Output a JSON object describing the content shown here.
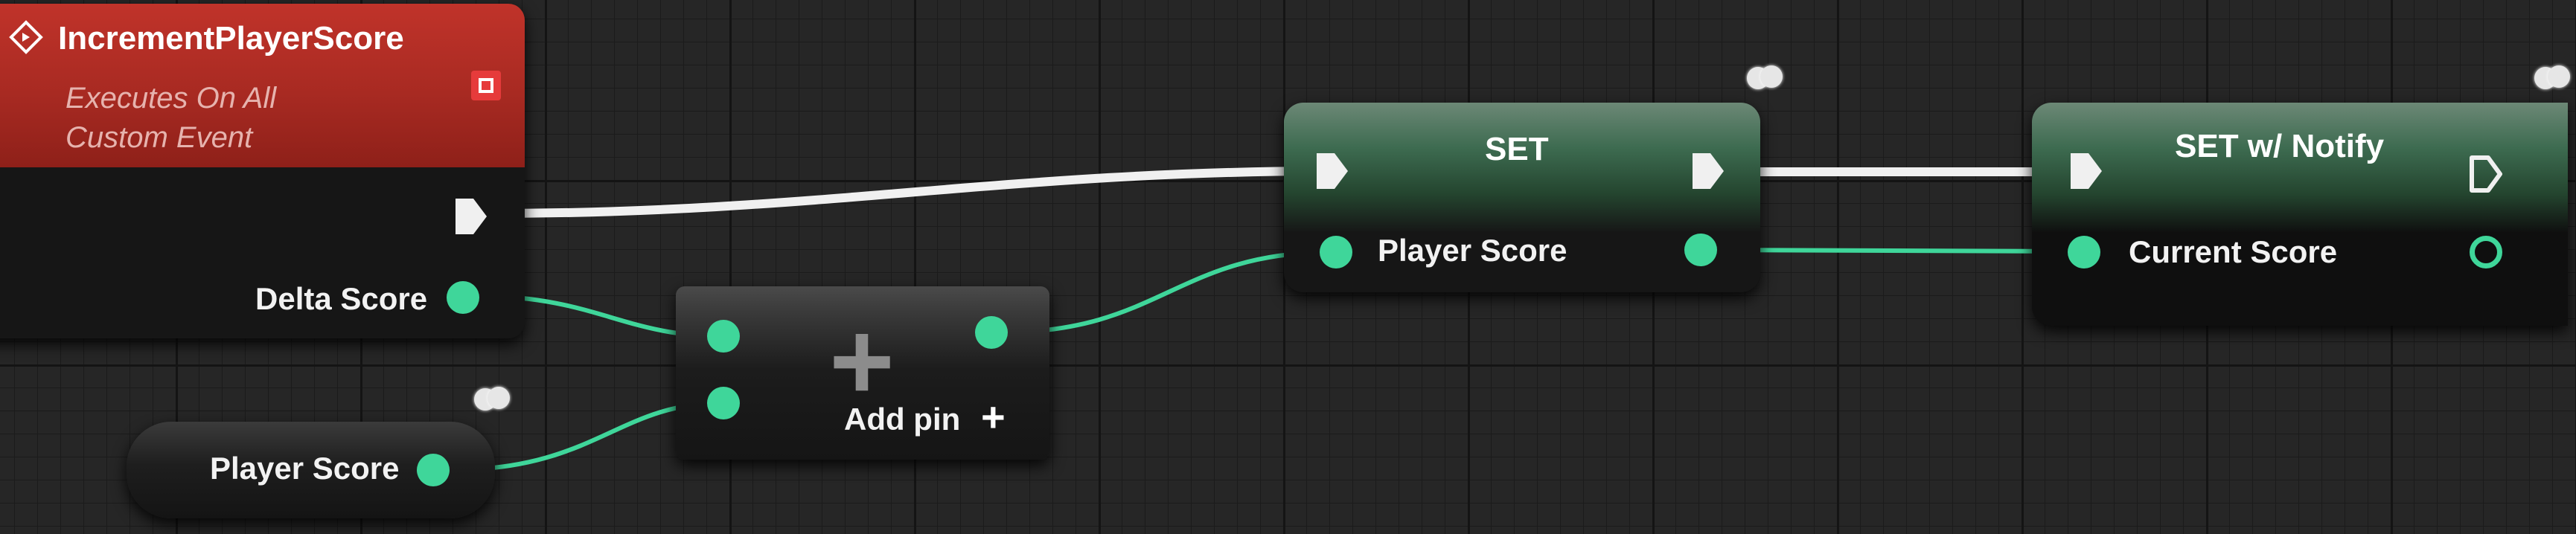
{
  "event_node": {
    "title": "IncrementPlayerScore",
    "subtitle_line1": "Executes On All",
    "subtitle_line2": "Custom Event",
    "input_delta_score": "Delta Score",
    "header_color": "#b02a22"
  },
  "getter_node": {
    "label": "Player Score"
  },
  "add_node": {
    "add_pin_label": "Add pin",
    "add_pin_symbol": "+",
    "operator_symbol": "+"
  },
  "set_node": {
    "title": "SET",
    "input_player_score": "Player Score",
    "header_color": "#3c6e52"
  },
  "set_notify_node": {
    "title": "SET w/ Notify",
    "input_current_score": "Current Score",
    "header_color": "#3c6e52"
  },
  "colors": {
    "data_wire": "#3fd69a",
    "exec_wire": "#f0f0f0",
    "node_body": "#161616"
  }
}
